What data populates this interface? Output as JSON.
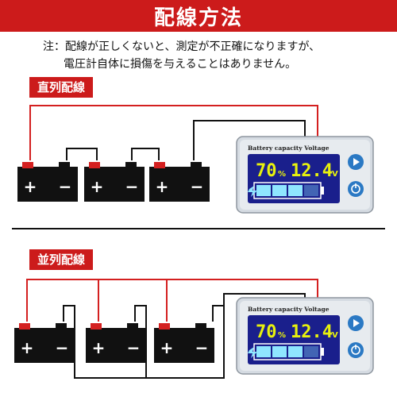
{
  "title": "配線方法",
  "note": {
    "line1": "注：配線が正しくないと、測定が不正確になりますが、",
    "line2": "電圧計自体に損傷を与えることはありません。"
  },
  "sections": {
    "series": "直列配線",
    "parallel": "並列配線"
  },
  "meter": {
    "header": "Battery capacity Voltage",
    "percent": "70",
    "percent_unit": "%",
    "voltage": "12.4",
    "voltage_unit": "V"
  },
  "battery": {
    "plus": "+",
    "minus": "−"
  },
  "colors": {
    "accent": "#cc1b1b",
    "positive_wire": "#d42020",
    "negative_wire": "#111111",
    "lcd_bg": "#1a1f8c",
    "lcd_text": "#e8f20d",
    "button": "#2b79c4"
  }
}
